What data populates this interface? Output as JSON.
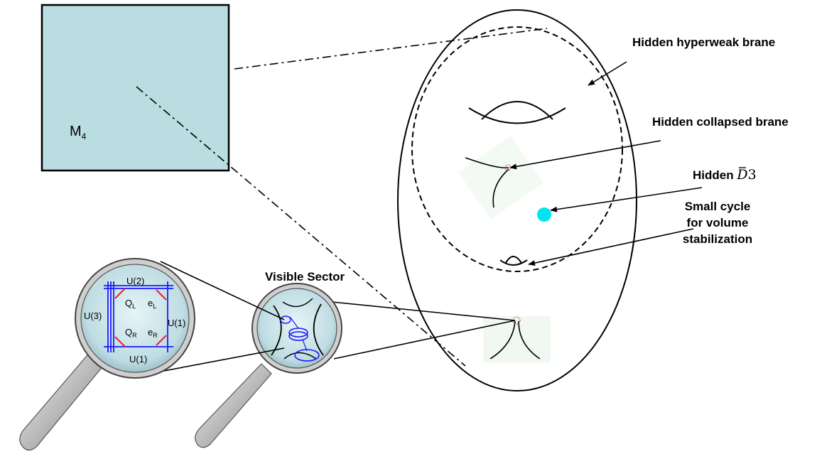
{
  "labels": {
    "m4": "M",
    "m4_sub": "4",
    "hyperweak": "Hidden hyperweak brane",
    "collapsed": "Hidden collapsed brane",
    "hidden_prefix": "Hidden ",
    "d3": "D",
    "d3_suffix": "3",
    "small_cycle_1": "Small cycle",
    "small_cycle_2": "for volume",
    "small_cycle_3": "stabilization",
    "visible_sector": "Visible Sector"
  },
  "quiver": {
    "u2": "U(2)",
    "u3": "U(3)",
    "u1_right": "U(1)",
    "u1_bottom": "U(1)",
    "q": "Q",
    "e": "e",
    "sub_l": "L",
    "sub_r": "R"
  },
  "colors": {
    "m4_fill": "#b9dde1",
    "lens_fill": "#cfe6ea",
    "d3_dot": "#00e5f0",
    "quiver_lines": "#1a1aff",
    "quiver_arrows": "#e8203a"
  }
}
